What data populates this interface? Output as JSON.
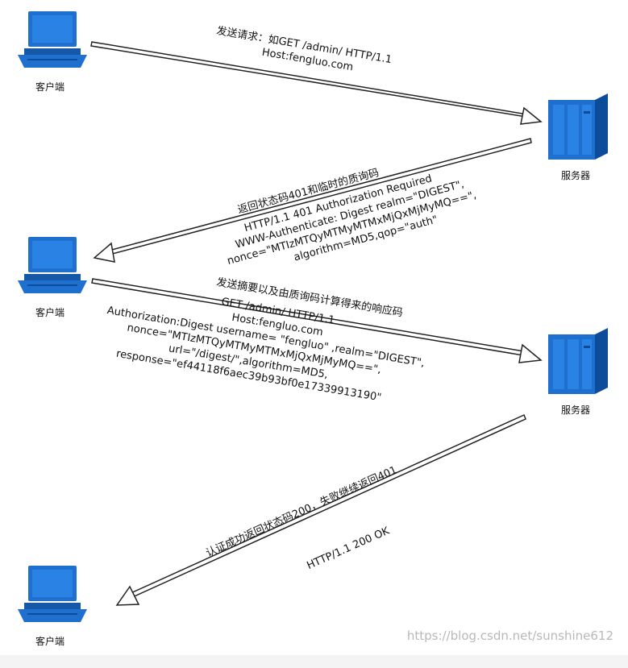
{
  "nodes": {
    "client_label": "客户端",
    "server_label": "服务器"
  },
  "messages": {
    "m1": {
      "title": "发送请求：如GET /admin/ HTTP/1.1",
      "line2": "Host:fengluo.com"
    },
    "m2": {
      "title": "返回状态码401和临时的质询码",
      "line1": "HTTP/1.1 401 Authorization Required",
      "line2": "WWW-Authenticate: Digest realm=\"DIGEST\",",
      "line3": "nonce=\"MTIzMTQyMTMyMTMxMjQxMjMyMQ==\",",
      "line4": "algorithm=MD5,qop=\"auth\""
    },
    "m3": {
      "title": "发送摘要以及由质询码计算得来的响应码",
      "line1": "GET /admin/ HTTP/1.1",
      "line2": "Host:fengluo.com",
      "line3": "Authorization:Digest username= \"fengluo\" ,realm=\"DIGEST\",",
      "line4": "nonce=\"MTIzMTQyMTMyMTMxMjQxMjMyMQ==\",",
      "line5": "url=\"/digest/\",algorithm=MD5,",
      "line6": "response=\"ef44118f6aec39b93bf0e17339913190\""
    },
    "m4": {
      "title": "认证成功返回状态码200，失败继续返回401",
      "line1": "HTTP/1.1 200 OK"
    }
  },
  "watermark": "https://blog.csdn.net/sunshine612",
  "colors": {
    "icon_blue": "#1e6fce",
    "icon_dark": "#0d4c99",
    "arrow_fill": "#ffffff",
    "arrow_stroke": "#222222"
  }
}
